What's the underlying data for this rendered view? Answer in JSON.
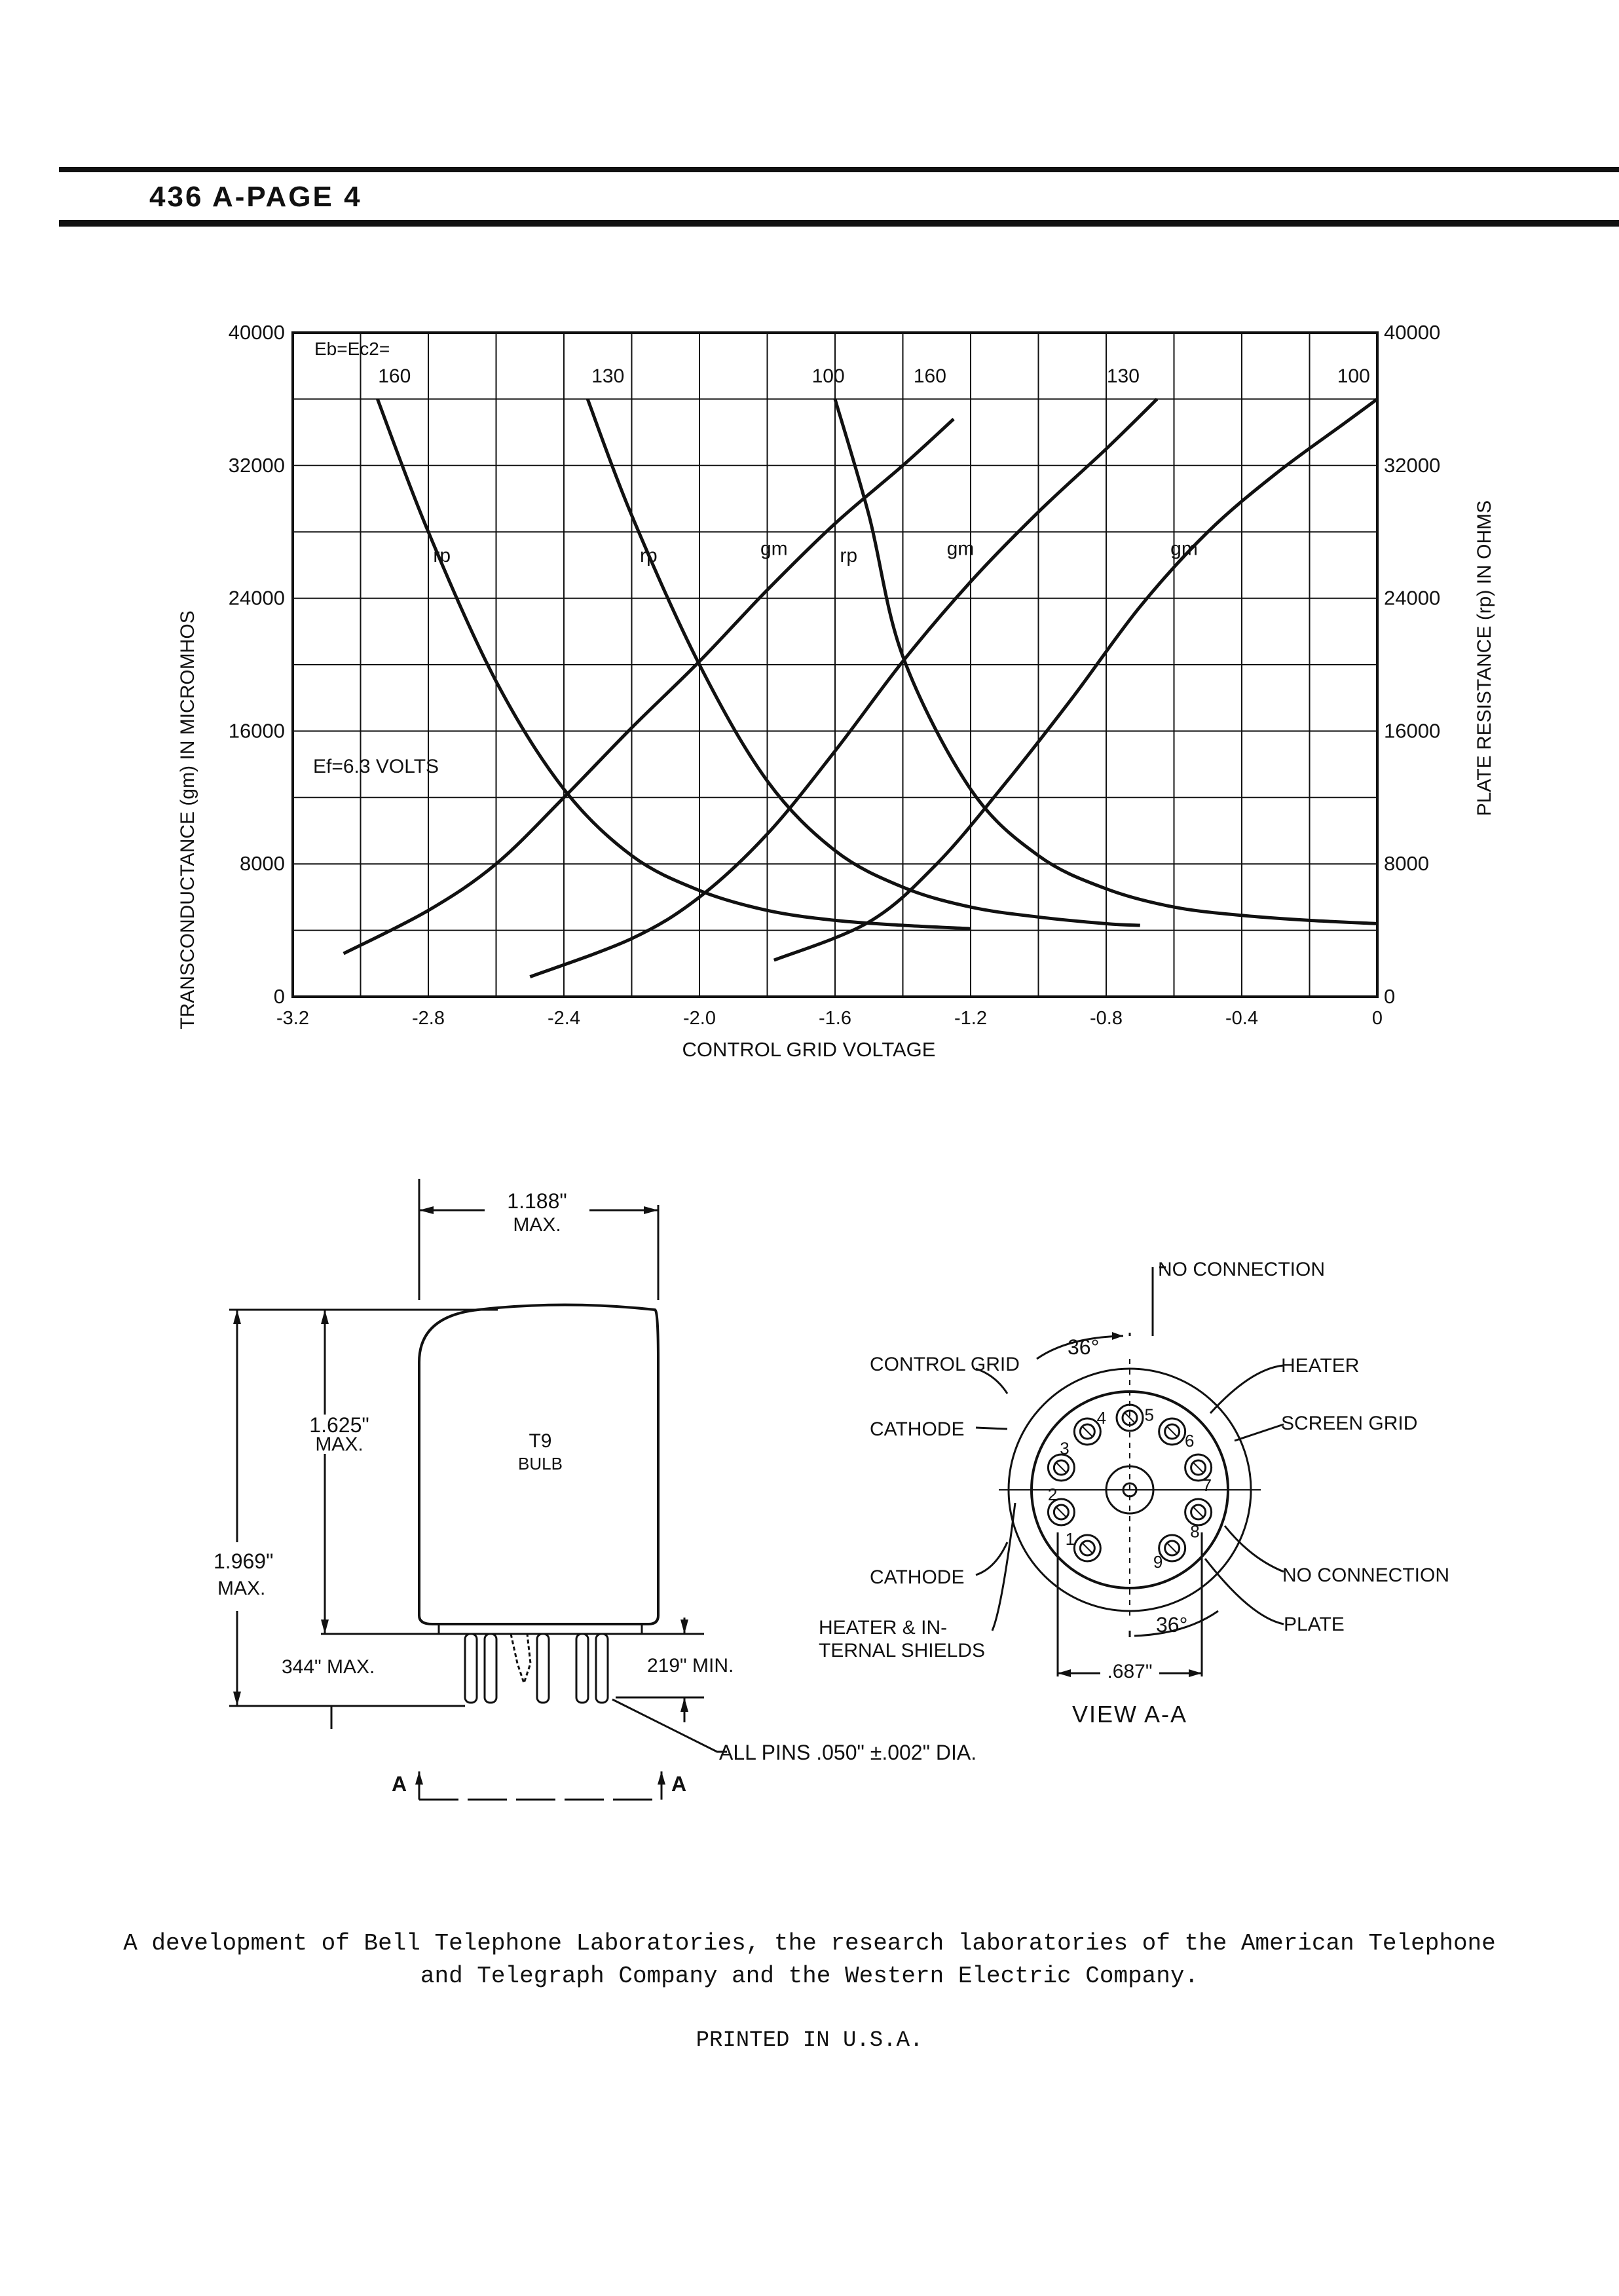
{
  "header": {
    "page_label": "436 A-PAGE 4"
  },
  "chart_data": {
    "type": "line",
    "xlabel": "CONTROL GRID VOLTAGE",
    "ylabel_left": "TRANSCONDUCTANCE (gm) IN MICROMHOS",
    "ylabel_right": "PLATE RESISTANCE (rp) IN OHMS",
    "xlim": [
      -3.2,
      0
    ],
    "ylim_left": [
      0,
      40000
    ],
    "ylim_right": [
      0,
      40000
    ],
    "x_ticks": [
      {
        "value": -3.2,
        "label": "-3.2"
      },
      {
        "value": -2.8,
        "label": "-2.8"
      },
      {
        "value": -2.4,
        "label": "-2.4"
      },
      {
        "value": -2.0,
        "label": "-2.0"
      },
      {
        "value": -1.6,
        "label": "-1.6"
      },
      {
        "value": -1.2,
        "label": "-1.2"
      },
      {
        "value": -0.8,
        "label": "-0.8"
      },
      {
        "value": -0.4,
        "label": "-0.4"
      },
      {
        "value": 0,
        "label": "0"
      }
    ],
    "y_ticks_left": [
      {
        "value": 0,
        "label": "0"
      },
      {
        "value": 8000,
        "label": "8000"
      },
      {
        "value": 16000,
        "label": "16000"
      },
      {
        "value": 24000,
        "label": "24000"
      },
      {
        "value": 32000,
        "label": "32000"
      },
      {
        "value": 40000,
        "label": "40000"
      }
    ],
    "y_ticks_right": [
      {
        "value": 0,
        "label": "0"
      },
      {
        "value": 8000,
        "label": "8000"
      },
      {
        "value": 16000,
        "label": "16000"
      },
      {
        "value": 24000,
        "label": "24000"
      },
      {
        "value": 32000,
        "label": "32000"
      },
      {
        "value": 40000,
        "label": "40000"
      }
    ],
    "grid": true,
    "annotations": {
      "eb_label": "Eb=Ec2=",
      "ef_label": "Ef=6.3 VOLTS"
    },
    "series": [
      {
        "name": "rp",
        "voltage_label": "160",
        "kind": "rp",
        "points": [
          [
            -2.95,
            36000
          ],
          [
            -2.8,
            28000
          ],
          [
            -2.6,
            19000
          ],
          [
            -2.4,
            12500
          ],
          [
            -2.2,
            8500
          ],
          [
            -2.0,
            6400
          ],
          [
            -1.8,
            5200
          ],
          [
            -1.6,
            4600
          ],
          [
            -1.4,
            4300
          ],
          [
            -1.2,
            4100
          ]
        ]
      },
      {
        "name": "rp",
        "voltage_label": "130",
        "kind": "rp",
        "points": [
          [
            -2.33,
            36000
          ],
          [
            -2.2,
            29000
          ],
          [
            -2.0,
            20000
          ],
          [
            -1.8,
            13000
          ],
          [
            -1.6,
            8800
          ],
          [
            -1.4,
            6600
          ],
          [
            -1.2,
            5400
          ],
          [
            -1.0,
            4800
          ],
          [
            -0.8,
            4400
          ],
          [
            -0.7,
            4300
          ]
        ]
      },
      {
        "name": "rp",
        "voltage_label": "100",
        "kind": "rp",
        "points": [
          [
            -1.6,
            36000
          ],
          [
            -1.5,
            29000
          ],
          [
            -1.4,
            20500
          ],
          [
            -1.2,
            12500
          ],
          [
            -1.0,
            8500
          ],
          [
            -0.8,
            6500
          ],
          [
            -0.6,
            5400
          ],
          [
            -0.4,
            4900
          ],
          [
            -0.2,
            4600
          ],
          [
            0,
            4400
          ]
        ]
      },
      {
        "name": "gm",
        "voltage_label": "160",
        "kind": "gm",
        "points": [
          [
            -3.05,
            2600
          ],
          [
            -2.8,
            5200
          ],
          [
            -2.6,
            8000
          ],
          [
            -2.4,
            12000
          ],
          [
            -2.2,
            16200
          ],
          [
            -2.0,
            20200
          ],
          [
            -1.8,
            24500
          ],
          [
            -1.6,
            28500
          ],
          [
            -1.4,
            32000
          ],
          [
            -1.25,
            34800
          ]
        ]
      },
      {
        "name": "gm",
        "voltage_label": "130",
        "kind": "gm",
        "points": [
          [
            -2.5,
            1200
          ],
          [
            -2.2,
            3500
          ],
          [
            -2.0,
            6000
          ],
          [
            -1.8,
            9800
          ],
          [
            -1.6,
            14800
          ],
          [
            -1.4,
            20200
          ],
          [
            -1.2,
            25000
          ],
          [
            -1.0,
            29200
          ],
          [
            -0.8,
            33000
          ],
          [
            -0.65,
            36000
          ]
        ]
      },
      {
        "name": "gm",
        "voltage_label": "100",
        "kind": "gm",
        "points": [
          [
            -1.78,
            2200
          ],
          [
            -1.5,
            4500
          ],
          [
            -1.3,
            8000
          ],
          [
            -1.1,
            12800
          ],
          [
            -0.9,
            18000
          ],
          [
            -0.7,
            23500
          ],
          [
            -0.5,
            28000
          ],
          [
            -0.3,
            31500
          ],
          [
            -0.1,
            34500
          ],
          [
            0,
            36000
          ]
        ]
      }
    ],
    "curve_labels": [
      {
        "text": "160",
        "x": -2.9,
        "y": 37000
      },
      {
        "text": "130",
        "x": -2.27,
        "y": 37000
      },
      {
        "text": "100",
        "x": -1.62,
        "y": 37000
      },
      {
        "text": "160",
        "x": -1.32,
        "y": 37000
      },
      {
        "text": "130",
        "x": -0.75,
        "y": 37000
      },
      {
        "text": "100",
        "x": -0.07,
        "y": 37000
      },
      {
        "text": "rp",
        "x": -2.76,
        "y": 26200
      },
      {
        "text": "rp",
        "x": -2.15,
        "y": 26200
      },
      {
        "text": "gm",
        "x": -1.78,
        "y": 26600
      },
      {
        "text": "rp",
        "x": -1.56,
        "y": 26200
      },
      {
        "text": "gm",
        "x": -1.23,
        "y": 26600
      },
      {
        "text": "gm",
        "x": -0.57,
        "y": 26600
      }
    ]
  },
  "outline_drawing": {
    "dim_width": "1.188\"",
    "dim_width_max": "MAX.",
    "dim_height_body": "1.625\"",
    "dim_height_body_max": "MAX.",
    "dim_height_total": "1.969\"",
    "dim_height_total_max": "MAX.",
    "dim_pin_length": "344\" MAX.",
    "dim_pin_min": "219\" MIN.",
    "bulb_line1": "T9",
    "bulb_line2": "BULB",
    "pins_note": "ALL PINS .050\" ±.002\" DIA.",
    "section_left": "A",
    "section_right": "A"
  },
  "base_view": {
    "labels": {
      "no_connection_top": "NO CONNECTION",
      "control_grid": "CONTROL GRID",
      "cathode_top": "CATHODE",
      "cathode_bottom": "CATHODE",
      "heater_shields_1": "HEATER & IN-",
      "heater_shields_2": "TERNAL SHIELDS",
      "heater": "HEATER",
      "screen_grid": "SCREEN GRID",
      "no_connection_bottom": "NO CONNECTION",
      "plate": "PLATE"
    },
    "angle_top": "36°",
    "angle_bottom": "36°",
    "pin_circle_dim": ".687\"",
    "view_label": "VIEW A-A",
    "pins": [
      "1",
      "2",
      "3",
      "4",
      "5",
      "6",
      "7",
      "8",
      "9"
    ]
  },
  "footer": {
    "line1": "A development of Bell Telephone Laboratories, the research laboratories of the American Telephone",
    "line2": "and Telegraph Company and the Western Electric Company.",
    "printed": "PRINTED IN U.S.A."
  }
}
